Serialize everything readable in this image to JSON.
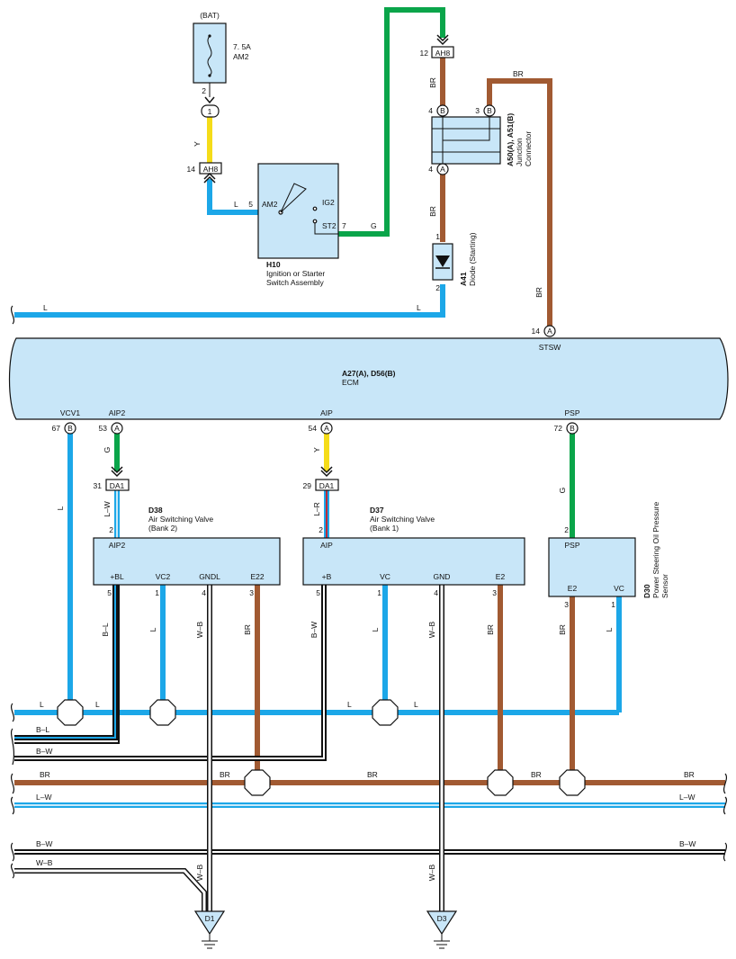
{
  "colors": {
    "L": "#1ca7e8",
    "G": "#0aa54a",
    "Y": "#f5dc19",
    "BR": "#a15a32",
    "black": "#111111",
    "white_core": "#ffffff",
    "box_fill": "#c8e6f8"
  },
  "fuse": {
    "source": "(BAT)",
    "rating": "7. 5A",
    "name": "AM2",
    "pin": "2"
  },
  "connectors": {
    "c1": "1",
    "ah8_top": {
      "label": "AH8",
      "pin": "14"
    },
    "ah8_right": {
      "label": "AH8",
      "pin": "12"
    },
    "da1_left": {
      "label": "DA1",
      "pin": "31"
    },
    "da1_right": {
      "label": "DA1",
      "pin": "29"
    }
  },
  "h10": {
    "code": "H10",
    "name1": "Ignition or Starter",
    "name2": "Switch Assembly",
    "am2": "AM2",
    "am2_pin": "5",
    "ig2": "IG2",
    "st2": "ST2",
    "st2_pin": "7"
  },
  "junction": {
    "code": "A50(A), A51(B)",
    "name1": "Junction",
    "name2": "Connector",
    "pin_b_left": "4",
    "pin_b_right": "3",
    "pin_a": "4",
    "tag_b": "B",
    "tag_a": "A"
  },
  "diode": {
    "code": "A41",
    "name": "Diode (Starting)",
    "pin_top": "1",
    "pin_bot": "2"
  },
  "ecm": {
    "code": "A27(A), D56(B)",
    "name": "ECM",
    "stsw": "STSW",
    "stsw_pin": "14",
    "stsw_tag": "A",
    "vcv1": "VCV1",
    "vcv1_pin": "67",
    "vcv1_tag": "B",
    "aip2": "AIP2",
    "aip2_pin": "53",
    "aip2_tag": "A",
    "aip": "AIP",
    "aip_pin": "54",
    "aip_tag": "A",
    "psp": "PSP",
    "psp_pin": "72",
    "psp_tag": "B"
  },
  "d38": {
    "code": "D38",
    "name1": "Air Switching Valve",
    "name2": "(Bank 2)",
    "top": "AIP2",
    "top_pin": "2",
    "p1": "+BL",
    "p1_pin": "5",
    "p2": "VC2",
    "p2_pin": "1",
    "p3": "GNDL",
    "p3_pin": "4",
    "p4": "E22",
    "p4_pin": "3"
  },
  "d37": {
    "code": "D37",
    "name1": "Air Switching Valve",
    "name2": "(Bank 1)",
    "top": "AIP",
    "top_pin": "2",
    "p1": "+B",
    "p1_pin": "5",
    "p2": "VC",
    "p2_pin": "1",
    "p3": "GND",
    "p3_pin": "4",
    "p4": "E2",
    "p4_pin": "3"
  },
  "d30": {
    "code": "D30",
    "name1": "Power Steering Oil Pressure",
    "name2": "Sensor",
    "top": "PSP",
    "top_pin": "2",
    "p1": "E2",
    "p1_pin": "3",
    "p2": "VC",
    "p2_pin": "1"
  },
  "wire_labels": {
    "y_fuse": "Y",
    "l_h10": "L",
    "g_st2": "G",
    "br_top": "BR",
    "br_right": "BR",
    "br_junc": "BR",
    "br_stsw": "BR",
    "l_left_top": "L",
    "l_right_top": "L",
    "l_vcv1": "L",
    "g_aip2": "G",
    "lw_d38": "L–W",
    "y_aip": "Y",
    "lr_d37": "L–R",
    "g_psp": "G",
    "bl_d38": "B–L",
    "l_d38vc": "L",
    "wb_d38": "W–B",
    "br_d38": "BR",
    "bw_d37": "B–W",
    "l_d37vc": "L",
    "wb_d37": "W–B",
    "br_d37": "BR",
    "br_d30": "BR",
    "l_d30": "L",
    "l_bus_a": "L",
    "l_bus_b": "L",
    "l_bus_c": "L",
    "l_bus_d": "L",
    "bl_bus": "B–L",
    "bw_bus1": "B–W",
    "br_bus_a": "BR",
    "br_bus_b": "BR",
    "br_bus_c": "BR",
    "br_bus_d": "BR",
    "br_bus_e": "BR",
    "lw_bus_a": "L–W",
    "lw_bus_b": "L–W",
    "bw_bus2_a": "B–W",
    "bw_bus2_b": "B–W",
    "wb_bus": "W–B",
    "wb_gnd1": "W–B",
    "wb_gnd2": "W–B"
  },
  "grounds": {
    "d1": "D1",
    "d3": "D3"
  }
}
